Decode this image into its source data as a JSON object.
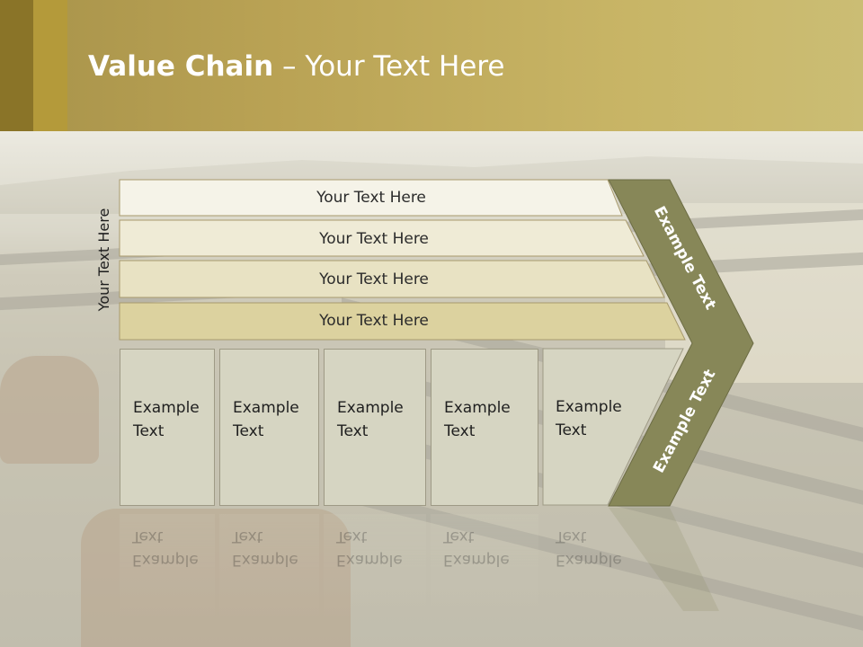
{
  "header": {
    "title_bold": "Value Chain",
    "title_rest": " – Your Text Here"
  },
  "diagram": {
    "side_label": "Your Text Here",
    "rows": [
      "Your Text Here",
      "Your Text Here",
      "Your Text Here",
      "Your Text Here"
    ],
    "boxes": [
      {
        "line1": "Example",
        "line2": "Text"
      },
      {
        "line1": "Example",
        "line2": "Text"
      },
      {
        "line1": "Example",
        "line2": "Text"
      },
      {
        "line1": "Example",
        "line2": "Text"
      },
      {
        "line1": "Example",
        "line2": "Text"
      }
    ],
    "chevron_top_text": "Example Text",
    "chevron_bottom_text": "Example Text"
  },
  "colors": {
    "header": "#c2ad5d",
    "chevron": "#878758",
    "row1": "#f5f3e8",
    "row2": "#efebd6",
    "row3": "#e8e2c3",
    "row4": "#dcd29f",
    "box": "#d6d5c2"
  }
}
